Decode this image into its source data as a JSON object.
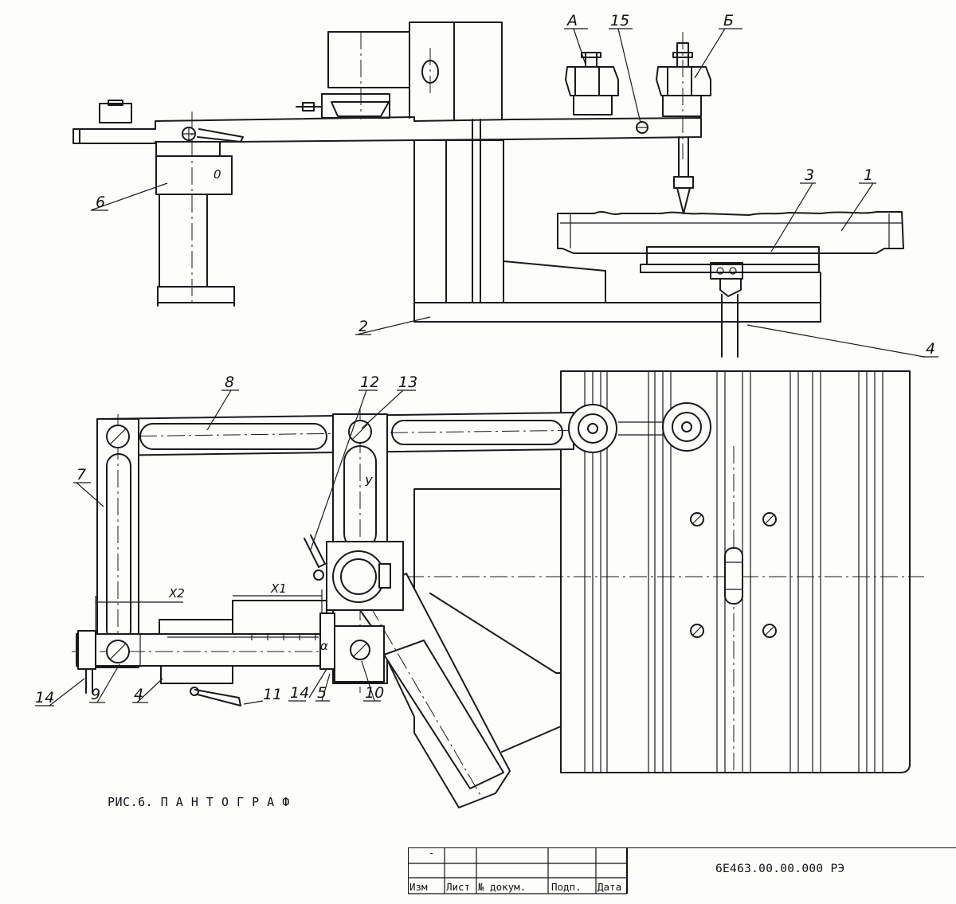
{
  "figure": {
    "caption": "РИС.6. П А Н Т О Г Р А Ф",
    "callouts": {
      "c1": "1",
      "c2": "2",
      "c3": "3",
      "c4_top": "4",
      "c6": "6",
      "c15": "15",
      "cA": "А",
      "cB": "Б",
      "c7": "7",
      "c8": "8",
      "c12": "12",
      "c13": "13",
      "c14_left": "14",
      "c9": "9",
      "c4_bottom": "4",
      "c11": "11",
      "c14_right": "14",
      "c5": "5",
      "c10": "10"
    },
    "dimensions": {
      "x1": "X1",
      "x2": "X2",
      "y": "У",
      "alpha": "α"
    }
  },
  "title_block": {
    "headers": [
      "Изм",
      "Лист",
      "№ докум.",
      "Подп.",
      "Дата"
    ],
    "dash": "-",
    "doc_code": "6Е463.00.00.000 РЭ"
  }
}
